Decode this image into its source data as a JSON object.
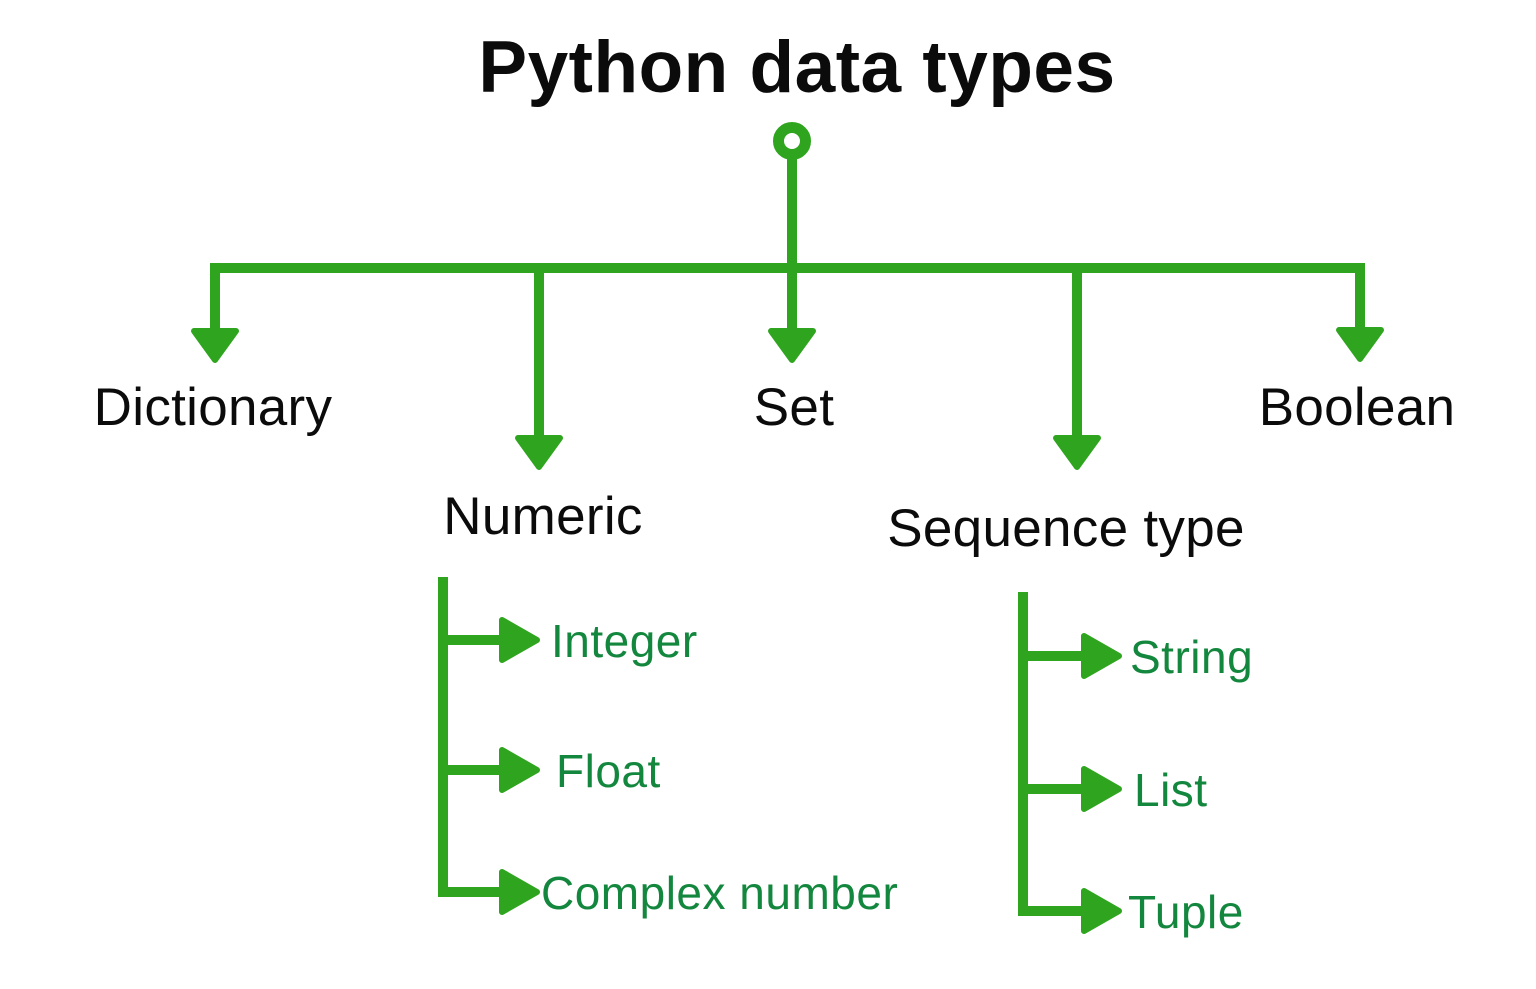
{
  "diagram": {
    "title": "Python data types",
    "nodes": {
      "dictionary": "Dictionary",
      "numeric": "Numeric",
      "set": "Set",
      "sequence": "Sequence type",
      "boolean": "Boolean",
      "integer": "Integer",
      "float": "Float",
      "complex": "Complex number",
      "string": "String",
      "list": "List",
      "tuple": "Tuple"
    },
    "hierarchy": {
      "root": "Python data types",
      "children": [
        {
          "label": "Dictionary",
          "children": []
        },
        {
          "label": "Numeric",
          "children": [
            "Integer",
            "Float",
            "Complex number"
          ]
        },
        {
          "label": "Set",
          "children": []
        },
        {
          "label": "Sequence type",
          "children": [
            "String",
            "List",
            "Tuple"
          ]
        },
        {
          "label": "Boolean",
          "children": []
        }
      ]
    },
    "colors": {
      "connector_green": "#2fa51f",
      "leaf_green": "#14873e",
      "text_black": "#0b0b0b",
      "background": "#ffffff"
    }
  }
}
